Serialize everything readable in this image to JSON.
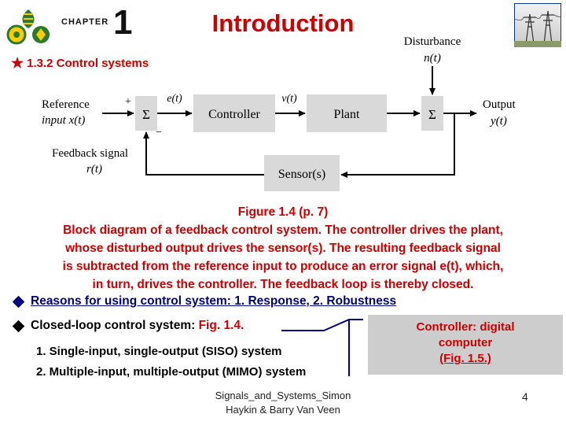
{
  "header": {
    "chapter_word": "CHAPTER",
    "chapter_number": "1",
    "title": "Introduction",
    "section": "1.3.2 Control systems"
  },
  "diagram": {
    "disturbance_label": "Disturbance",
    "disturbance_symbol": "n(t)",
    "reference_label_1": "Reference",
    "reference_label_2": "input x(t)",
    "plus_sign": "+",
    "minus_sign": "−",
    "sum_symbol": "Σ",
    "error_signal": "e(t)",
    "controller_label": "Controller",
    "control_signal": "v(t)",
    "plant_label": "Plant",
    "output_label_1": "Output",
    "output_label_2": "y(t)",
    "feedback_label_1": "Feedback signal",
    "feedback_label_2": "r(t)",
    "sensor_label": "Sensor(s)"
  },
  "caption": {
    "line1": "Figure 1.4  (p. 7)",
    "line2": "Block diagram of a feedback control system.  The controller drives the plant,",
    "line3": "whose disturbed output drives the sensor(s).  The resulting feedback signal",
    "line4": "is subtracted from the reference input to produce an error signal e(t), which,",
    "line5": "in turn, drives the controller.  The feedback loop is thereby closed."
  },
  "bullets": {
    "reasons": "Reasons for using control system: 1. Response, 2. Robustness",
    "closed_loop_prefix": "Closed-loop control system: ",
    "closed_loop_fig": "Fig. 1.4.",
    "item1": "1.  Single-input, single-output (SISO) system",
    "item2": "2.  Multiple-input, multiple-output (MIMO) system"
  },
  "callout": {
    "line1": "Controller: digital",
    "line2": "computer",
    "line3": "(Fig. 1.5.)"
  },
  "footer": {
    "line1": "Signals_and_Systems_Simon",
    "line2": "Haykin & Barry Van Veen",
    "page_number": "4"
  },
  "colors": {
    "accent_red": "#cc0000",
    "navy": "#000080",
    "block_gray": "#d9d9d9",
    "callout_gray": "#cdcdcd"
  }
}
